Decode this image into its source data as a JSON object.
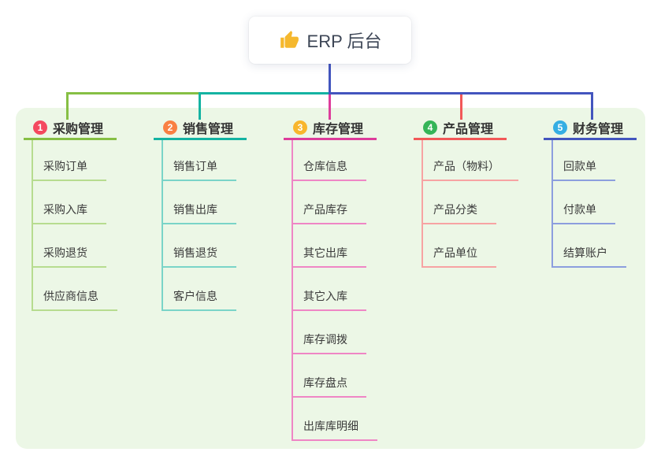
{
  "root": {
    "label": "ERP 后台",
    "icon": "thumbs-up",
    "icon_color": "#f5b82e",
    "line_color": "#4355be",
    "card_background": "#ffffff"
  },
  "canvas": {
    "background": "#ecf7e6",
    "page_background": "#ffffff"
  },
  "branches": [
    {
      "index": "1",
      "label": "采购管理",
      "badge_color": "#f4495f",
      "color": "#86bf44",
      "color_light": "#b7dc8f",
      "children": [
        "采购订单",
        "采购入库",
        "采购退货",
        "供应商信息"
      ]
    },
    {
      "index": "2",
      "label": "销售管理",
      "badge_color": "#f98043",
      "color": "#14b3a2",
      "color_light": "#7ad4c8",
      "children": [
        "销售订单",
        "销售出库",
        "销售退货",
        "客户信息"
      ]
    },
    {
      "index": "3",
      "label": "库存管理",
      "badge_color": "#f8b62d",
      "color": "#dd3d9b",
      "color_light": "#ef86c5",
      "children": [
        "仓库信息",
        "产品库存",
        "其它出库",
        "其它入库",
        "库存调拨",
        "库存盘点",
        "出库库明细"
      ]
    },
    {
      "index": "4",
      "label": "产品管理",
      "badge_color": "#35b558",
      "color": "#f25858",
      "color_light": "#f7a3a3",
      "children": [
        "产品（物料）",
        "产品分类",
        "产品单位"
      ]
    },
    {
      "index": "5",
      "label": "财务管理",
      "badge_color": "#35aee3",
      "color": "#4355be",
      "color_light": "#8c9ede",
      "children": [
        "回款单",
        "付款单",
        "结算账户"
      ]
    }
  ]
}
